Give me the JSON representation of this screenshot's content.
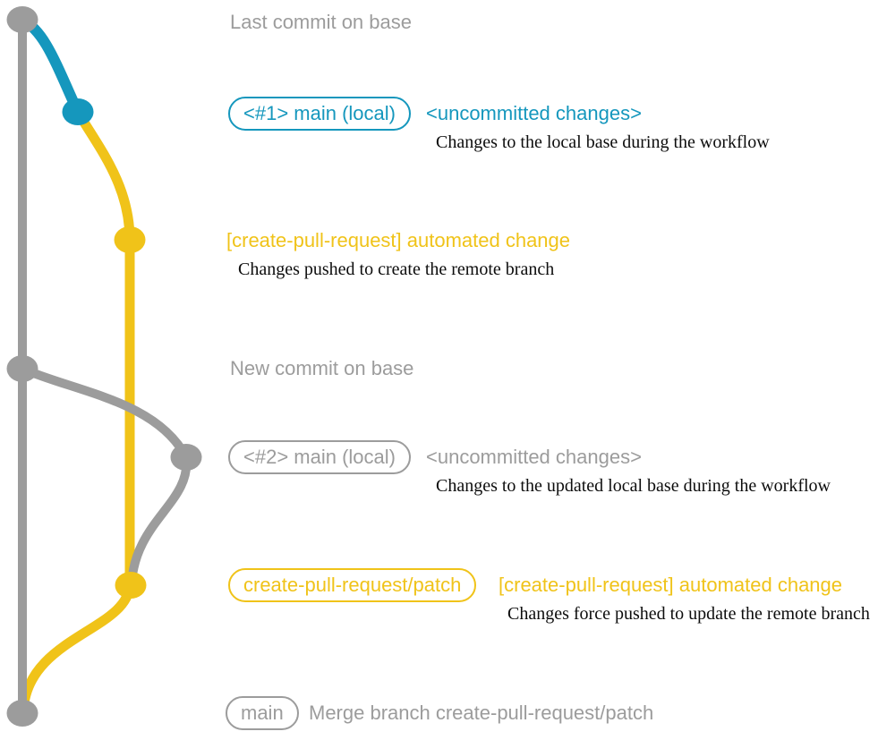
{
  "colors": {
    "gray": "#9c9c9c",
    "blue": "#1597bd",
    "yellow": "#f0c319",
    "note": "#0d0d0d"
  },
  "graph": {
    "branches": [
      {
        "name": "base",
        "color": "gray"
      },
      {
        "name": "main (local)",
        "color": "blue"
      },
      {
        "name": "create-pull-request/patch",
        "color": "yellow"
      }
    ],
    "commits": [
      {
        "name": "last-commit-on-base",
        "color": "gray"
      },
      {
        "name": "local-main-commit-1",
        "color": "blue"
      },
      {
        "name": "patch-commit-1",
        "color": "yellow"
      },
      {
        "name": "new-commit-on-base",
        "color": "gray"
      },
      {
        "name": "local-main-commit-2",
        "color": "gray"
      },
      {
        "name": "patch-commit-2",
        "color": "yellow"
      },
      {
        "name": "merge-commit",
        "color": "gray"
      }
    ]
  },
  "annotations": {
    "row1": {
      "caption": "Last commit on base"
    },
    "row2": {
      "pill": "<#1> main (local)",
      "heading": "<uncommitted changes>",
      "note": "Changes to the local base during the workflow"
    },
    "row3": {
      "heading": "[create-pull-request] automated change",
      "note": "Changes pushed to create the remote branch"
    },
    "row4": {
      "caption": "New commit on base"
    },
    "row5": {
      "pill": "<#2> main (local)",
      "heading": "<uncommitted changes>",
      "note": "Changes to the updated local base during the workflow"
    },
    "row6": {
      "pill": "create-pull-request/patch",
      "heading": "[create-pull-request] automated change",
      "note": "Changes force pushed to update the remote branch"
    },
    "row7": {
      "pill": "main",
      "text": "Merge branch create-pull-request/patch"
    }
  }
}
